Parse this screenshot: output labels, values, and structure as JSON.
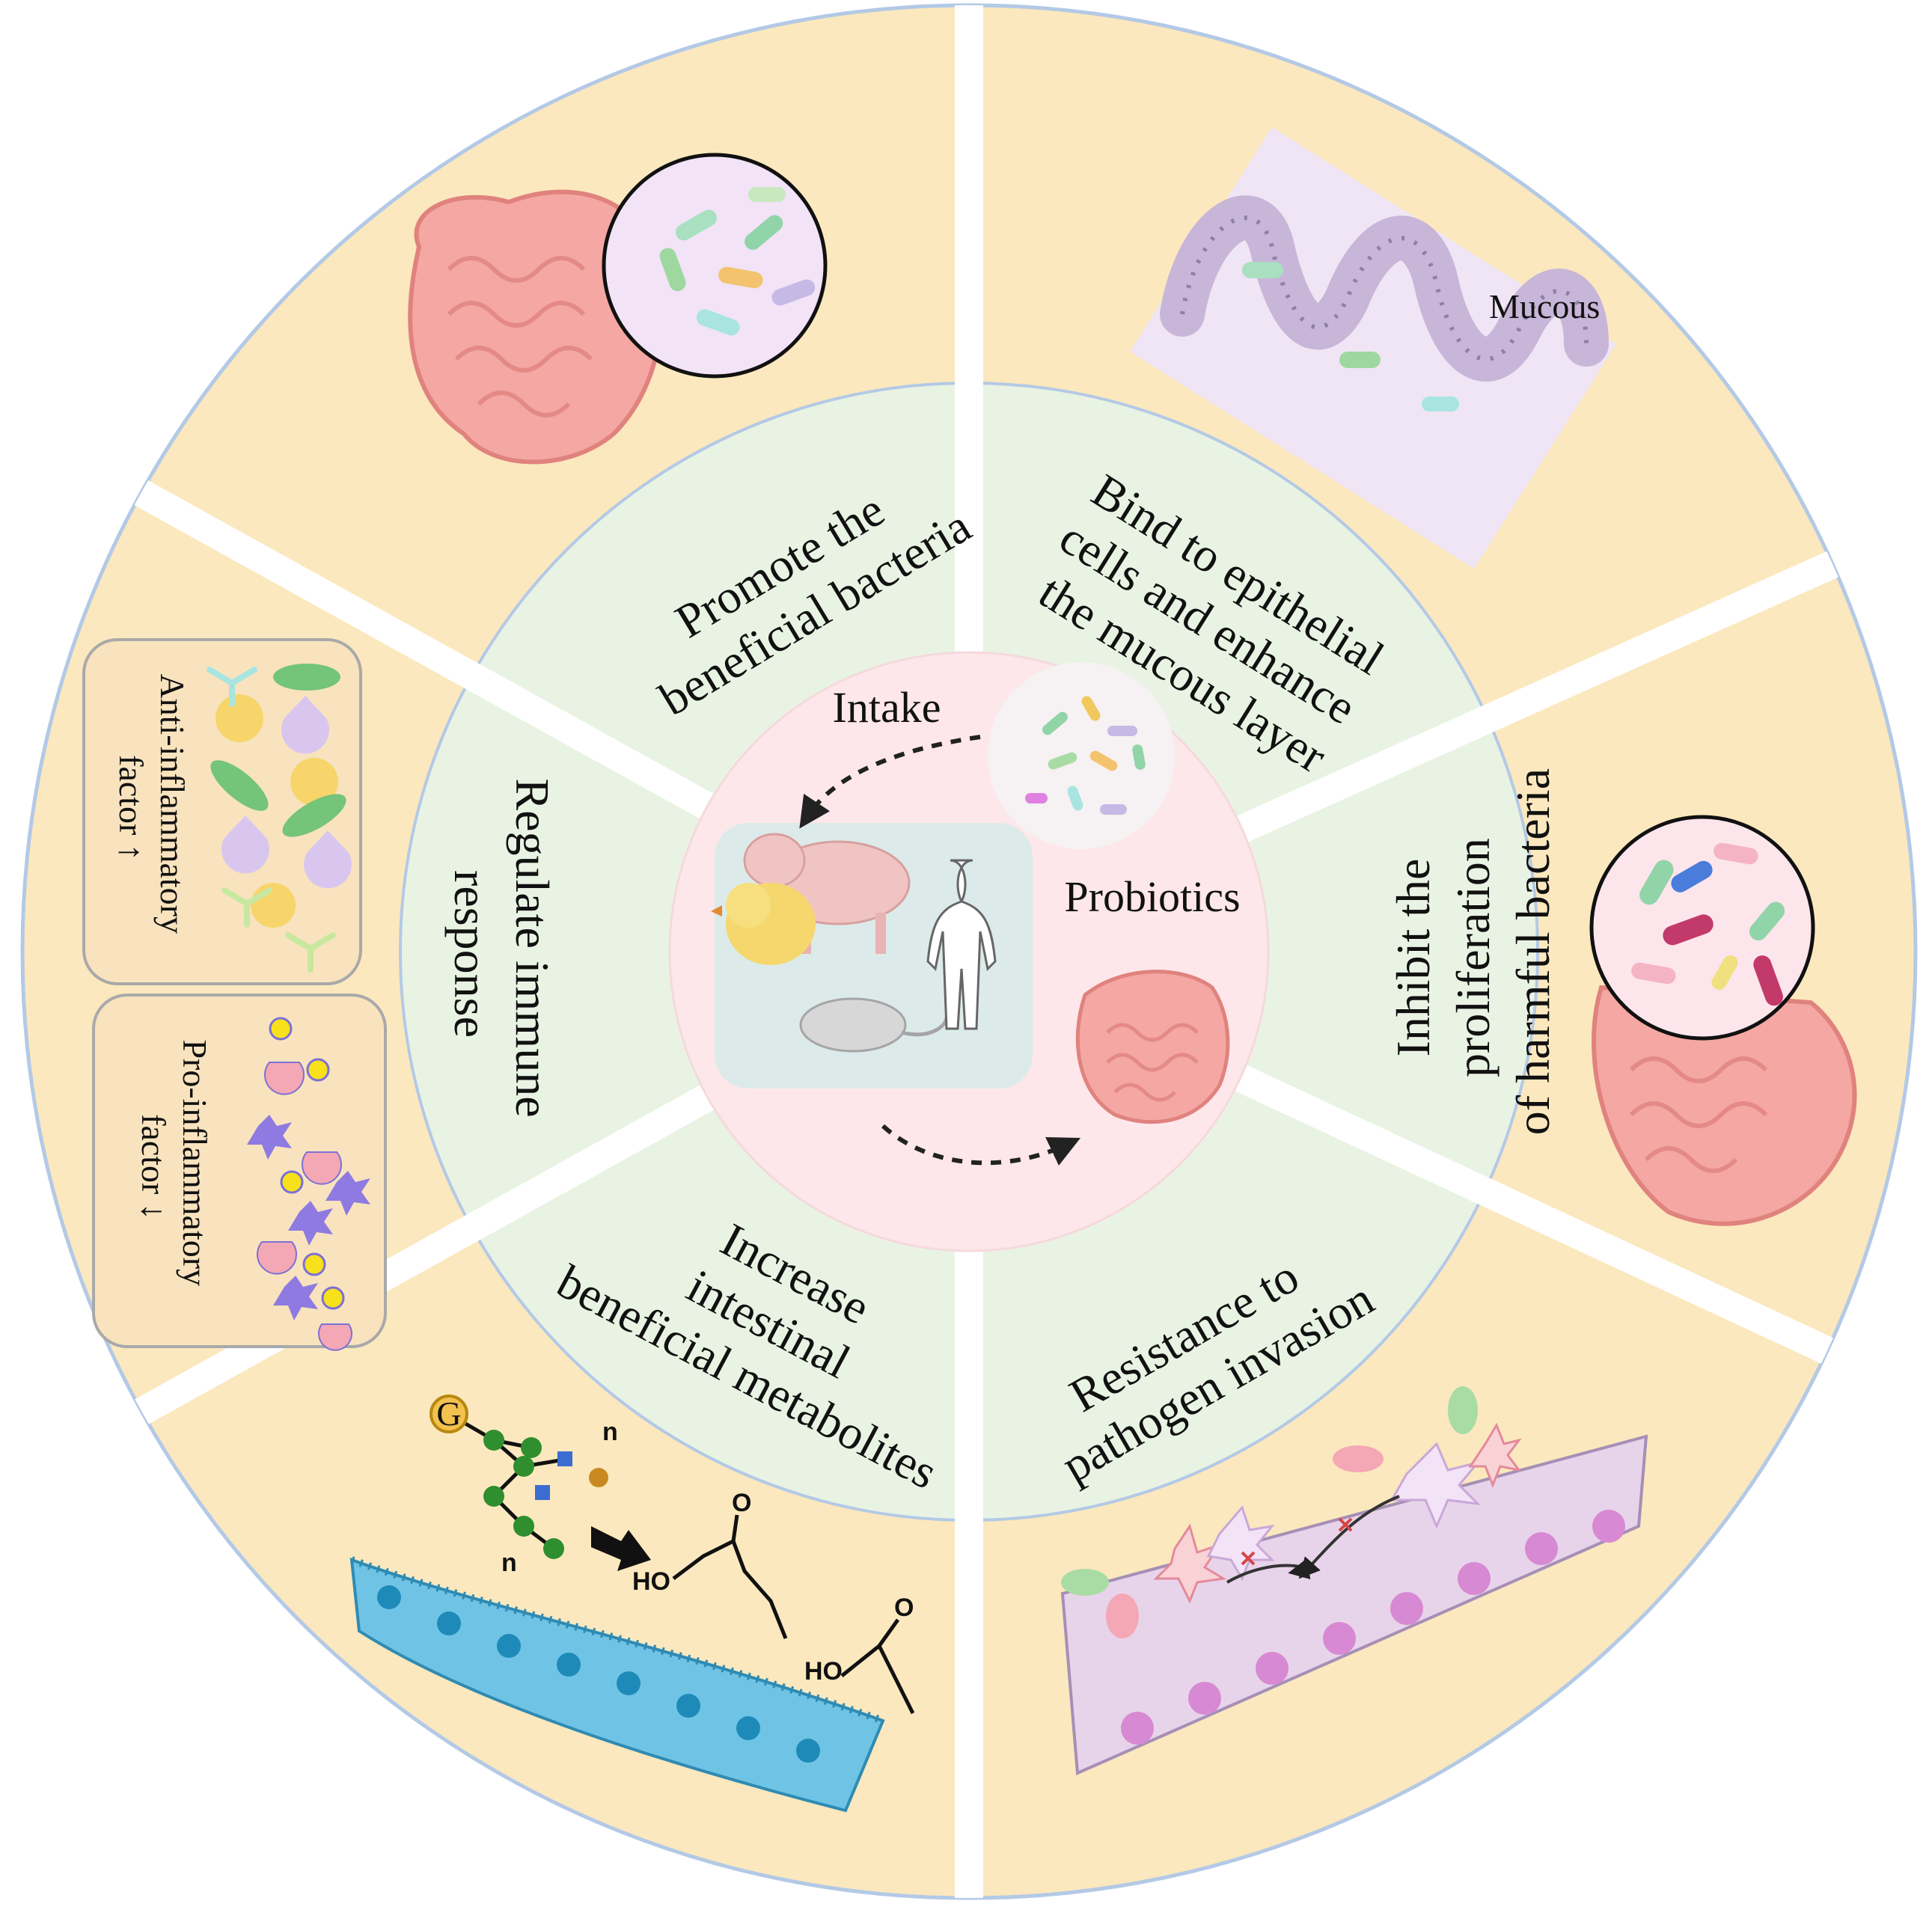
{
  "center": {
    "intake_label": "Intake",
    "probiotics_label": "Probiotics"
  },
  "sectors": {
    "beneficial_bacteria": {
      "line1": "Promote the",
      "line2": "beneficial bacteria"
    },
    "epithelial": {
      "line1": "Bind to epithelial",
      "line2": "cells and enhance",
      "line3": "the mucous layer"
    },
    "harmful": {
      "line1": "Inhibit the",
      "line2": "proliferation",
      "line3": "of  harmful bacteria"
    },
    "pathogen": {
      "line1": "Resistance to",
      "line2": "pathogen invasion"
    },
    "metabolites": {
      "line1": "Increase",
      "line2": "intestinal",
      "line3": "beneficial metabolites"
    },
    "immune": {
      "line1": "Regulate immune",
      "line2": "response"
    }
  },
  "illustrations": {
    "mucous_label": "Mucous",
    "anti_factor_line1": "Anti-inflammatory",
    "anti_factor_line2": "factor ↑",
    "pro_factor_line1": "Pro-inflammatory",
    "pro_factor_line2": "factor ↓",
    "glycan_g": "G",
    "glycan_n1": "n",
    "glycan_n2": "n",
    "chem_o1": "O",
    "chem_ho1": "HO",
    "chem_o2": "O",
    "chem_ho2": "HO"
  },
  "colors": {
    "outer_ring": "#fbe8be",
    "middle_ring": "#e9f3e3",
    "center": "#fde7ea",
    "ring_edge": "#b3c9e6",
    "animals_panel": "#dcebea"
  }
}
